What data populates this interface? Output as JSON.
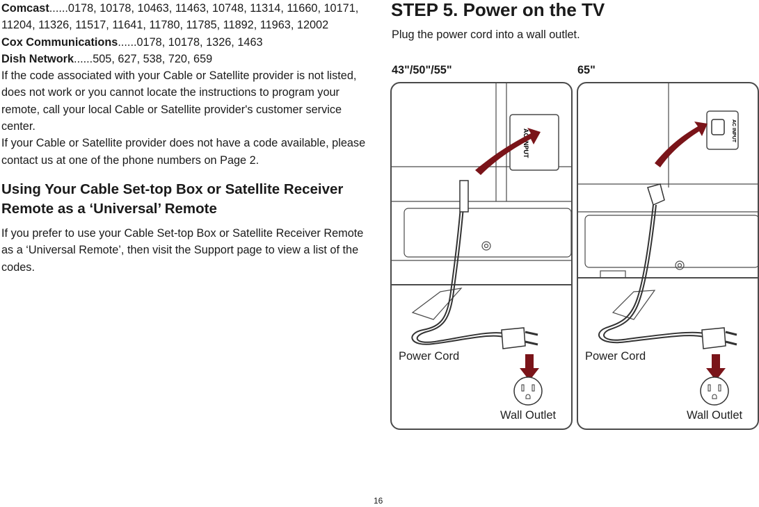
{
  "left": {
    "providers": [
      {
        "name": "Comcast",
        "codes": "......0178, 10178, 10463, 11463, 10748, 11314, 11660, 10171, 11204, 11326, 11517, 11641, 11780, 11785, 11892, 11963, 12002"
      },
      {
        "name": "Cox Communications",
        "codes": "......0178, 10178, 1326, 1463"
      },
      {
        "name": "Dish Network",
        "codes": "......505, 627, 538, 720, 659"
      }
    ],
    "paragraph1": "If the code associated with your Cable or Satellite provider is not listed, does not work or you cannot locate the instructions to program your remote, call your local Cable or Satellite provider's customer service center.",
    "paragraph2": "If your Cable or Satellite provider does not have a code available, please contact us at one of the phone numbers on Page 2.",
    "heading": "Using Your Cable Set-top Box or Satellite Receiver Remote as a ‘Universal’ Remote",
    "paragraph3": "If you prefer to use your Cable Set-top Box or Satellite Receiver Remote as a ‘Universal Remote’, then visit the Support page to view a list of the codes."
  },
  "right": {
    "step_title": "STEP 5. Power on the TV",
    "instruction": "Plug the power cord into a wall outlet.",
    "panels": [
      {
        "model": "43\"/50\"/55\"",
        "port_label": "AC INPUT",
        "cord_label": "Power Cord",
        "outlet_label": "Wall Outlet"
      },
      {
        "model": "65\"",
        "port_label": "AC INPUT",
        "cord_label": "Power Cord",
        "outlet_label": "Wall Outlet"
      }
    ]
  },
  "page_number": "16",
  "colors": {
    "arrow": "#7a1419",
    "line": "#4a4a4a",
    "text": "#1a1a1a"
  }
}
